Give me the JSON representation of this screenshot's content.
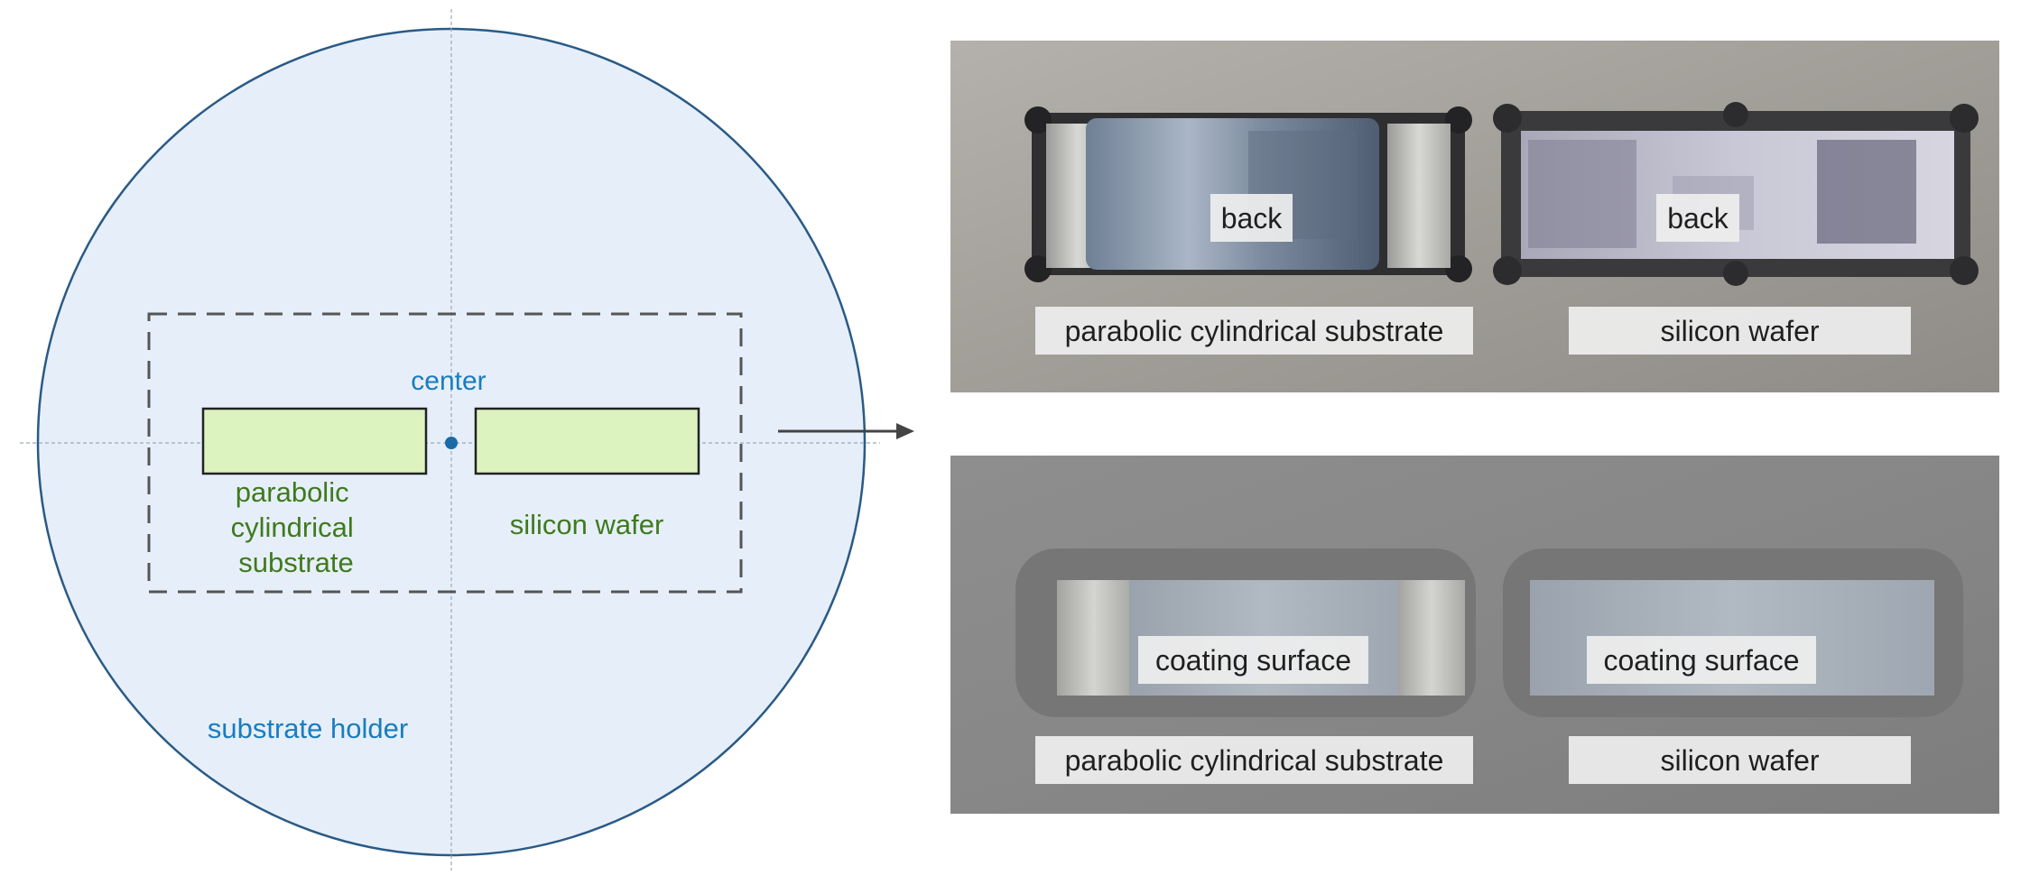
{
  "diagram": {
    "center_label": "center",
    "holder_label": "substrate holder",
    "left_sample_label": [
      "parabolic",
      "cylindrical",
      "substrate"
    ],
    "right_sample_label": "silicon wafer",
    "colors": {
      "holder_fill": "#e6eff9",
      "holder_stroke": "#2a5a86",
      "sample_fill": "#dcf3c0",
      "sample_label": "#3f7a1e",
      "holder_text": "#1a7cc0"
    }
  },
  "photos": {
    "top": {
      "left_tag": "back",
      "right_tag": "back",
      "left_caption": "parabolic cylindrical substrate",
      "right_caption": "silicon wafer"
    },
    "bottom": {
      "left_tag": "coating surface",
      "right_tag": "coating surface",
      "left_caption": "parabolic cylindrical substrate",
      "right_caption": "silicon wafer"
    }
  }
}
